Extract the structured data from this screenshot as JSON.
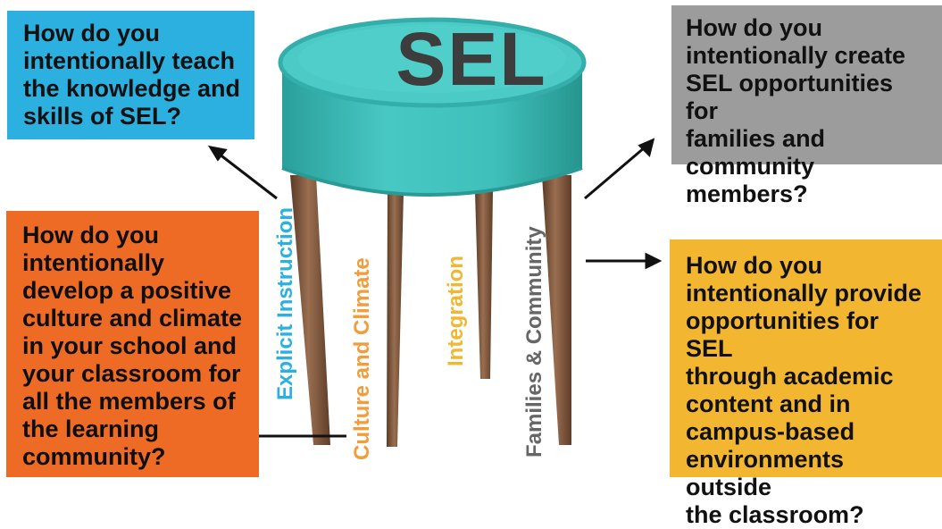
{
  "stool": {
    "title": "SEL"
  },
  "boxes": {
    "explicit": {
      "text": "How do you\nintentionally teach\nthe knowledge and\nskills of SEL?",
      "color": "#2bb0e0"
    },
    "families": {
      "text": "How do you\nintentionally  create\nSEL opportunities for\nfamilies and\ncommunity members?",
      "color": "#9c9c9c"
    },
    "culture": {
      "text": "How do you\nintentionally\ndevelop a positive\nculture and climate\nin your school and\nyour  classroom for\nall the members of\nthe learning\ncommunity?",
      "color": "#ee6b25"
    },
    "integration": {
      "text": "How do you\nintentionally provide\nopportunities for SEL\nthrough academic\ncontent and in\ncampus-based\nenvironments outside\nthe classroom?",
      "color": "#f2b631"
    }
  },
  "legs": {
    "explicit": {
      "label": "Explicit Instruction",
      "color": "#2bb0e0"
    },
    "culture": {
      "label": "Culture and Climate",
      "color": "#f29c3a"
    },
    "integration": {
      "label": "Integration",
      "color": "#f2b631"
    },
    "families": {
      "label": "Families & Community",
      "color": "#666666"
    }
  },
  "colors": {
    "seat": "#3fc4c0",
    "seat_dark": "#2aa7a3",
    "leg": "#7a5238",
    "arrow": "#111111"
  }
}
